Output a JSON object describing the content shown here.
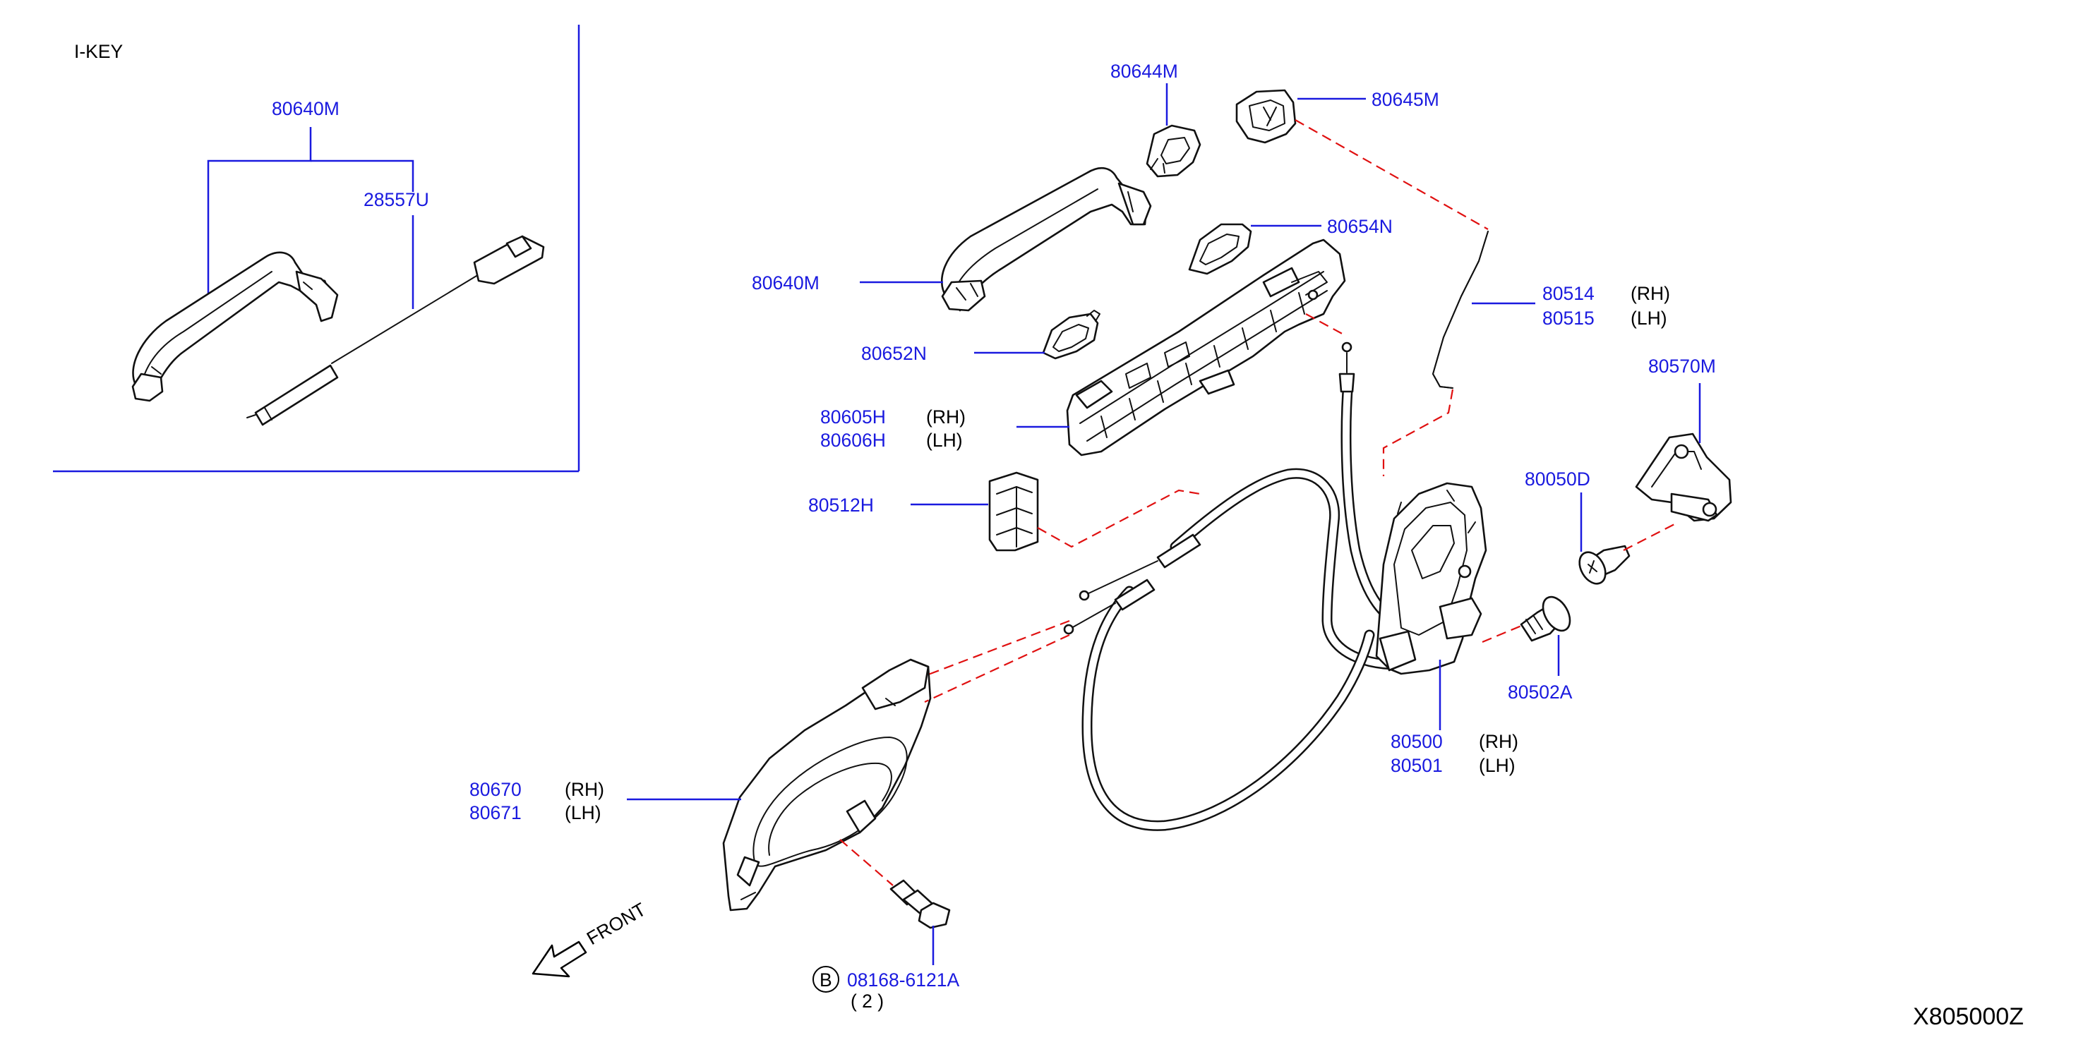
{
  "ikey": {
    "title": "I-KEY",
    "handle_part": "80640M",
    "sensor_part": "28557U"
  },
  "outside_handle": {
    "part": "80640M"
  },
  "escutcheon_front": {
    "part": "80644M"
  },
  "escutcheon_rear": {
    "part": "80645M"
  },
  "gasket_rear": {
    "part": "80654N"
  },
  "gasket_front": {
    "part": "80652N"
  },
  "frame": {
    "rh_part": "80605H",
    "lh_part": "80606H",
    "rh_label": "(RH)",
    "lh_label": "(LH)"
  },
  "clip": {
    "part": "80512H"
  },
  "rod": {
    "rh_part": "80514",
    "lh_part": "80515",
    "rh_label": "(RH)",
    "lh_label": "(LH)"
  },
  "striker": {
    "part": "80570M"
  },
  "screw_striker": {
    "part": "80050D"
  },
  "screw_lock": {
    "part": "80502A"
  },
  "lock": {
    "rh_part": "80500",
    "lh_part": "80501",
    "rh_label": "(RH)",
    "lh_label": "(LH)"
  },
  "inside_handle": {
    "rh_part": "80670",
    "lh_part": "80671",
    "rh_label": "(RH)",
    "lh_label": "(LH)"
  },
  "bolt": {
    "badge": "B",
    "part": "08168-6121A",
    "qty": "( 2 )"
  },
  "front": {
    "label": "FRONT"
  },
  "diagram_code": "X805000Z",
  "colors": {
    "part_number": "#1a1adf",
    "leader": "#1a1adf",
    "dashed": "#e01010",
    "outline": "#111111"
  }
}
